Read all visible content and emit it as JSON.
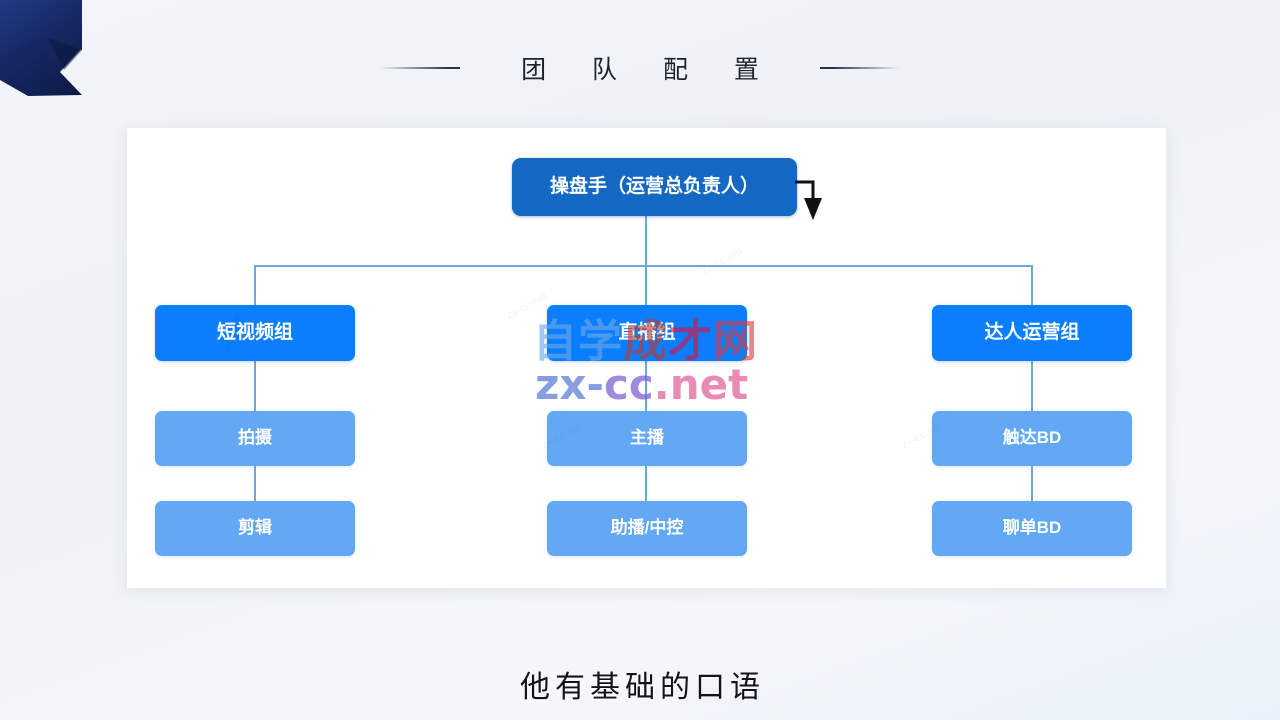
{
  "slide": {
    "title": "团 队 配 置",
    "caption": "他有基础的口语"
  },
  "decoration": {
    "corner_ribbon_name": "navy-ribbon-shape",
    "ribbon_color": "#1b2f6e",
    "rule_color": "#26334a"
  },
  "cursor": {
    "name": "down-arrow-cursor",
    "color": "#111111"
  },
  "watermark": {
    "cn_chars": [
      "自",
      "学",
      "成",
      "才",
      "网"
    ],
    "domain_parts": [
      "zx-",
      "cc",
      ".net"
    ],
    "faint_marks": [
      "zx-cc.net",
      "zx-cc.net",
      "zx-cc.net",
      "zx-cc.net",
      "zx-cc.net"
    ]
  },
  "chart_data": {
    "type": "diagram",
    "title": "团 队 配 置",
    "subtitle": "他有基础的口语",
    "orientation": "top-down",
    "colors": {
      "root": "#1268c3",
      "group": "#0a7efc",
      "leaf": "#63a8f5",
      "connector": "#6fa8dc",
      "panel": "#ffffff",
      "background": "#eef2f7"
    },
    "root": {
      "label": "操盘手（运营总负责人）"
    },
    "branches": [
      {
        "label": "短视频组",
        "children": [
          {
            "label": "拍摄"
          },
          {
            "label": "剪辑"
          }
        ]
      },
      {
        "label": "直播组",
        "children": [
          {
            "label": "主播"
          },
          {
            "label": "助播/中控"
          }
        ]
      },
      {
        "label": "达人运营组",
        "children": [
          {
            "label": "触达BD"
          },
          {
            "label": "聊单BD"
          }
        ]
      }
    ]
  }
}
